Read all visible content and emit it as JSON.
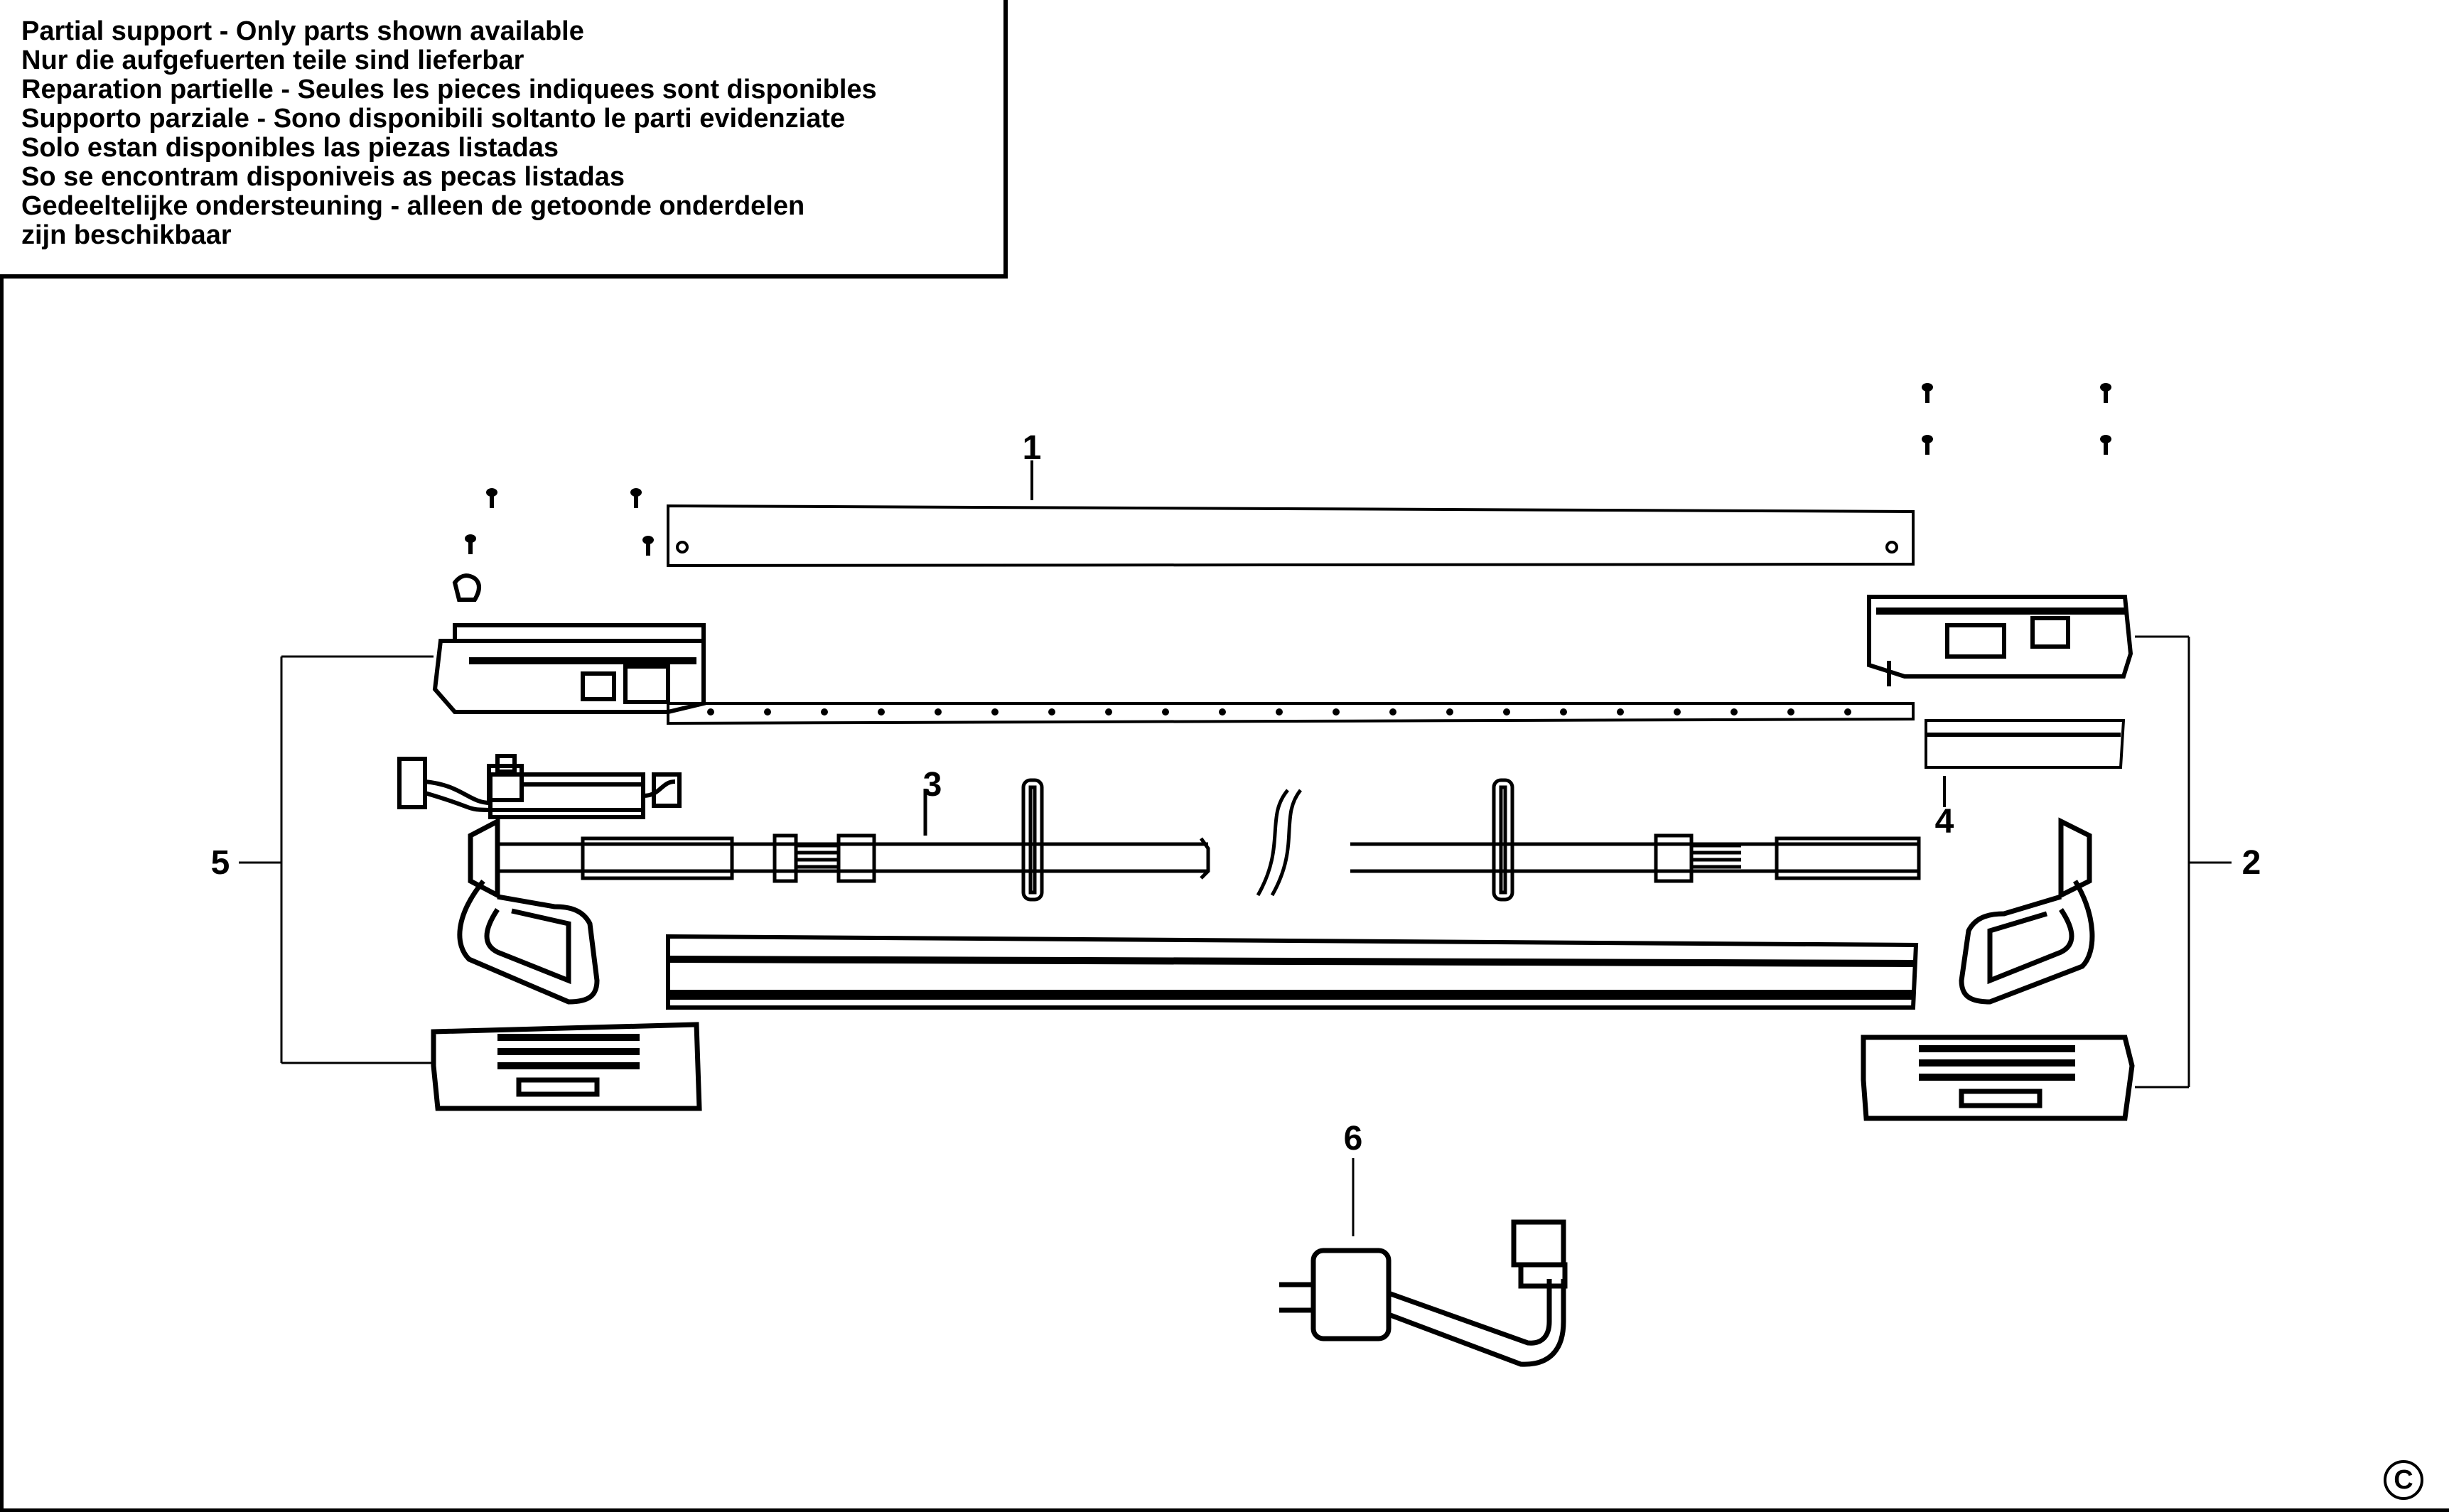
{
  "notice": {
    "lines": [
      "Partial support - Only parts shown available",
      "Nur die aufgefuerten teile sind lieferbar",
      "Reparation partielle - Seules les pieces indiquees sont disponibles",
      "Supporto parziale - Sono disponibili soltanto le parti evidenziate",
      "Solo estan disponibles las piezas listadas",
      "So se encontram disponiveis as pecas listadas",
      "Gedeeltelijke ondersteuning - alleen de getoonde onderdelen",
      "zijn beschikbaar"
    ]
  },
  "callouts": {
    "c1": "1",
    "c2": "2",
    "c3": "3",
    "c4": "4",
    "c5": "5",
    "c6": "6"
  },
  "copyright": "C"
}
